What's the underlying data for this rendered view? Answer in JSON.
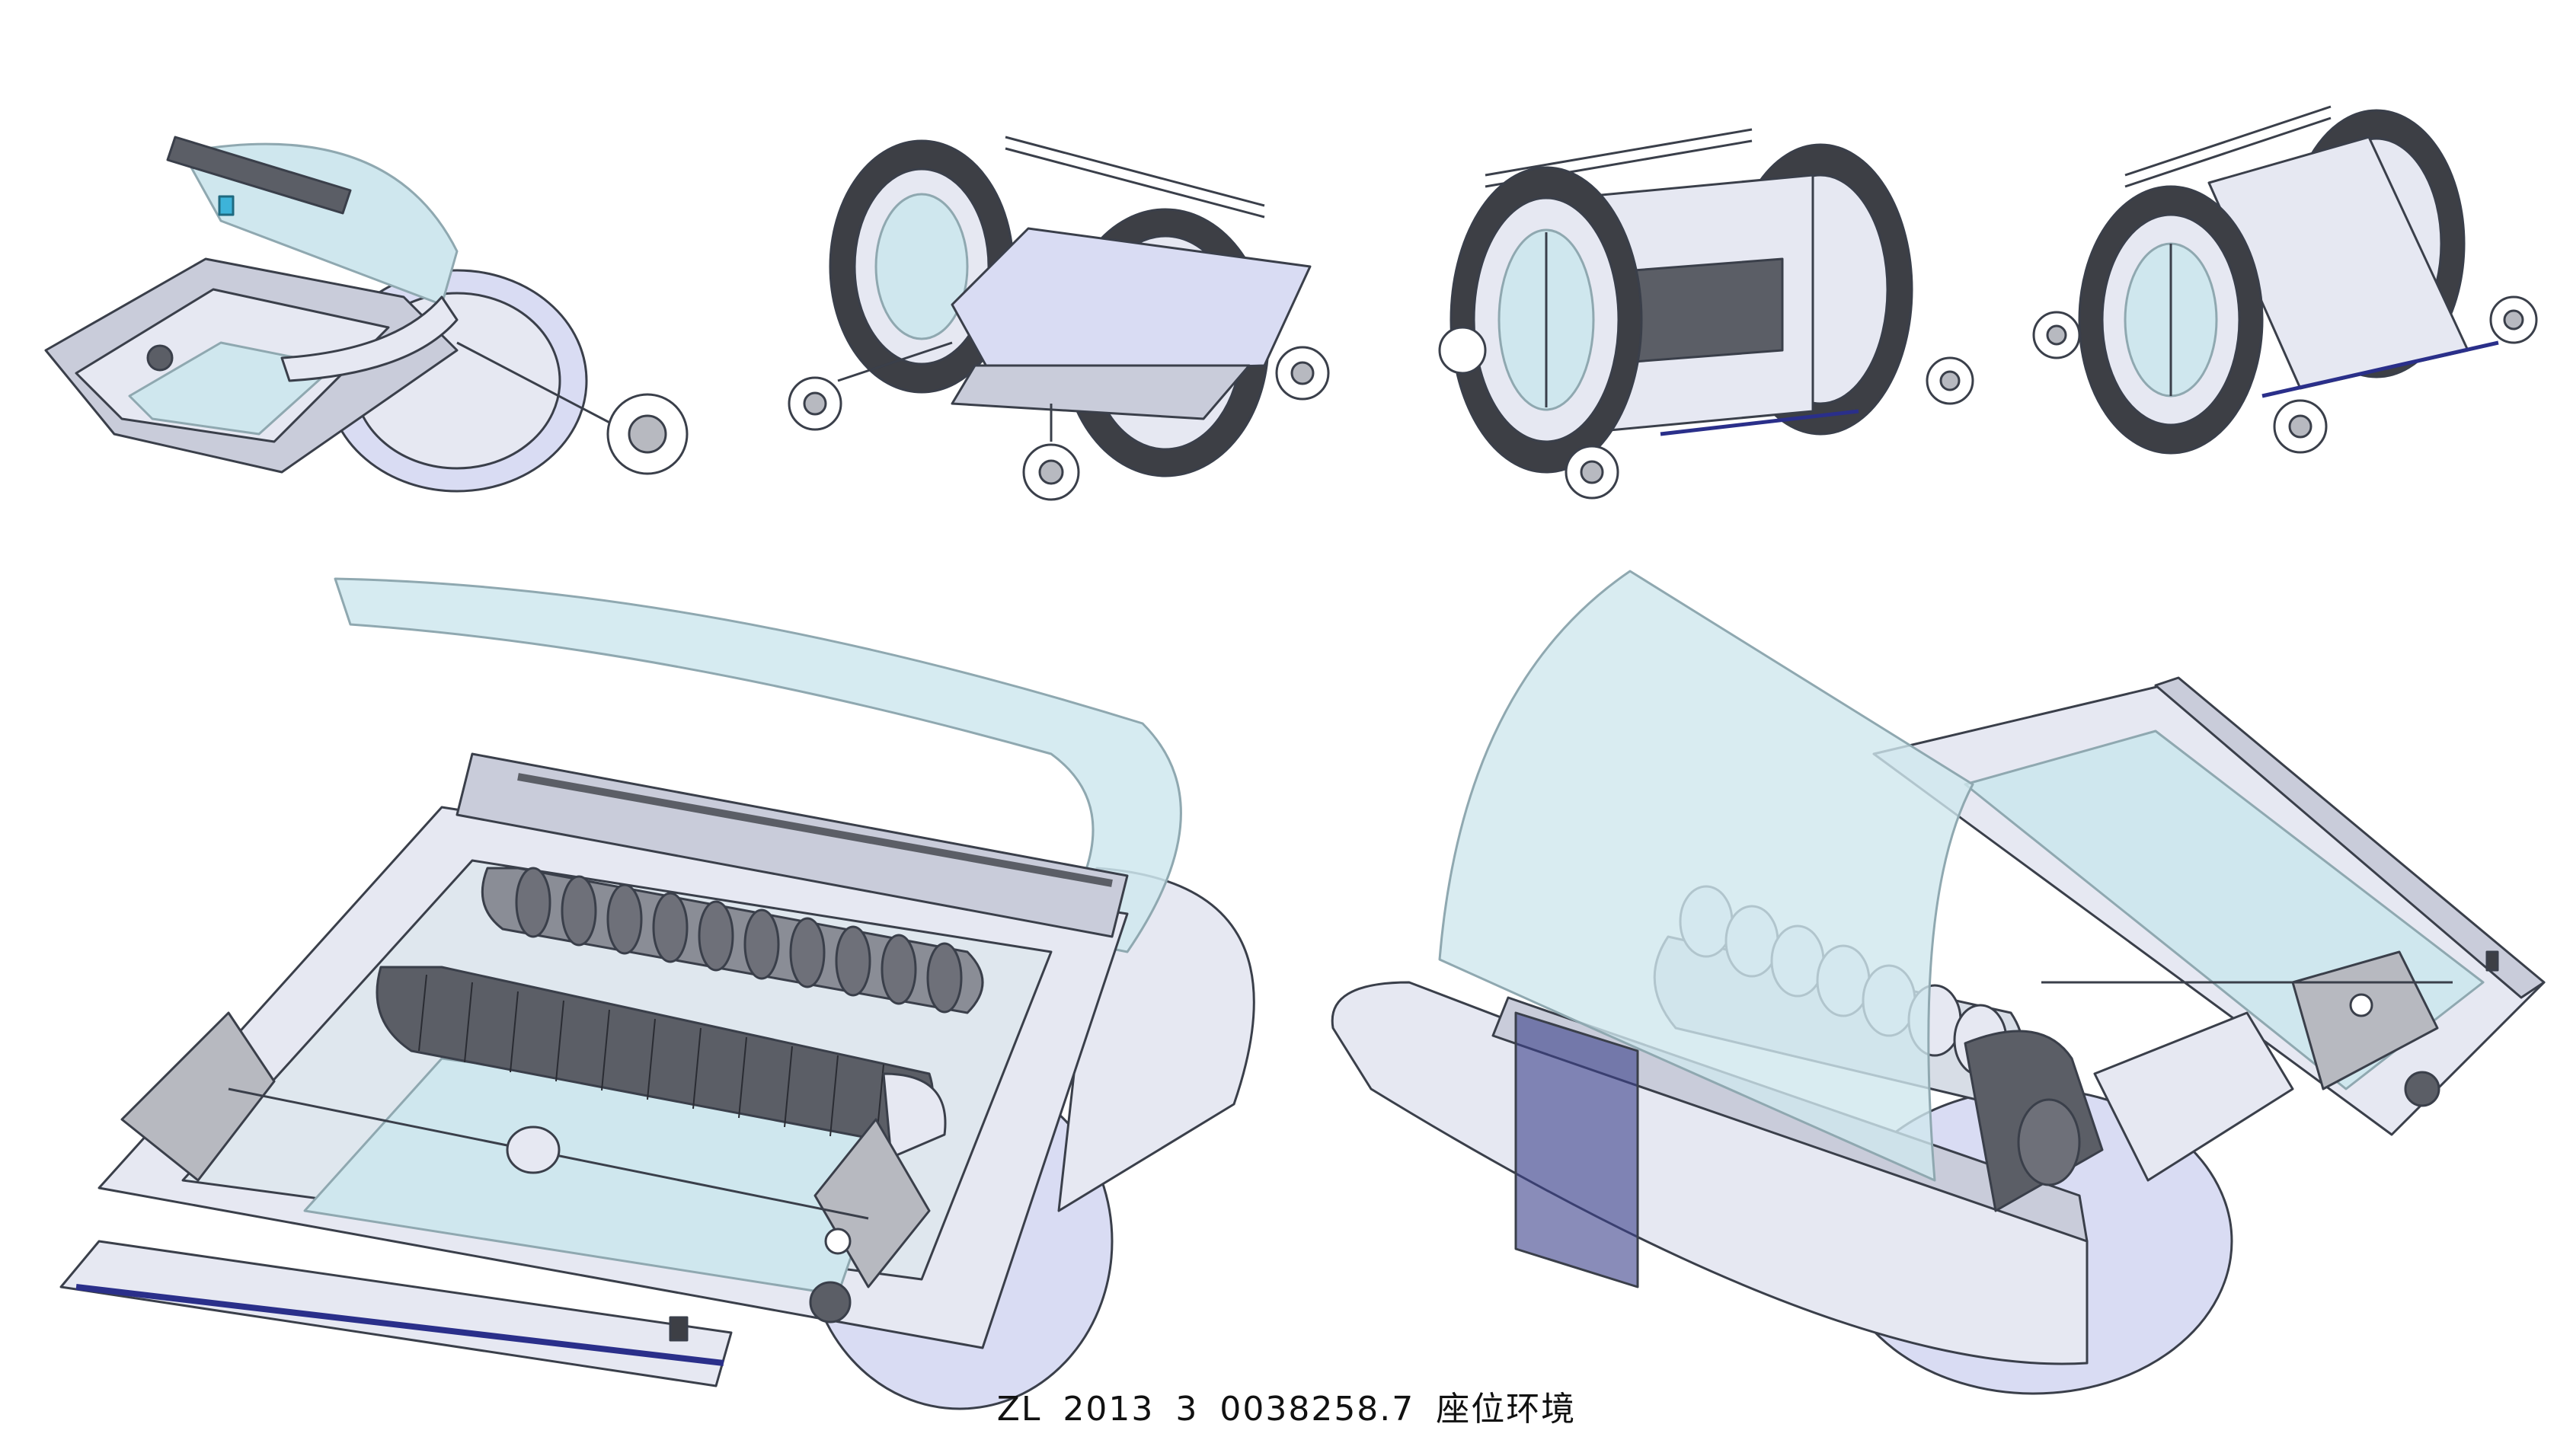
{
  "caption": {
    "patent_prefix": "ZL",
    "year": "2013",
    "type_code": "3",
    "serial": "0038258.7",
    "title": "座位环境"
  },
  "colors": {
    "outline": "#3a3f4a",
    "body_light": "#e6e8f2",
    "body_mid": "#c9ccda",
    "lavender": "#d9dcf3",
    "glass": "#cfe7ee",
    "glass_stroke": "#8fa8b0",
    "frame_grey": "#b7b9c0",
    "roller_dark": "#5b5e66",
    "tire": "#3d3f45",
    "accent_blue": "#2a2f8a",
    "sensor_blue": "#3db3d9"
  },
  "views": [
    {
      "id": "top-view-1",
      "description_icon": "device-open-lid-icon"
    },
    {
      "id": "top-view-2",
      "description_icon": "device-wheeled-frame-icon"
    },
    {
      "id": "top-view-3",
      "description_icon": "device-front-wheel-icon"
    },
    {
      "id": "top-view-4",
      "description_icon": "device-side-wheel-icon"
    },
    {
      "id": "detail-view-left",
      "description_icon": "device-cutaway-rollers-icon"
    },
    {
      "id": "detail-view-right",
      "description_icon": "device-cutaway-glass-icon"
    }
  ]
}
